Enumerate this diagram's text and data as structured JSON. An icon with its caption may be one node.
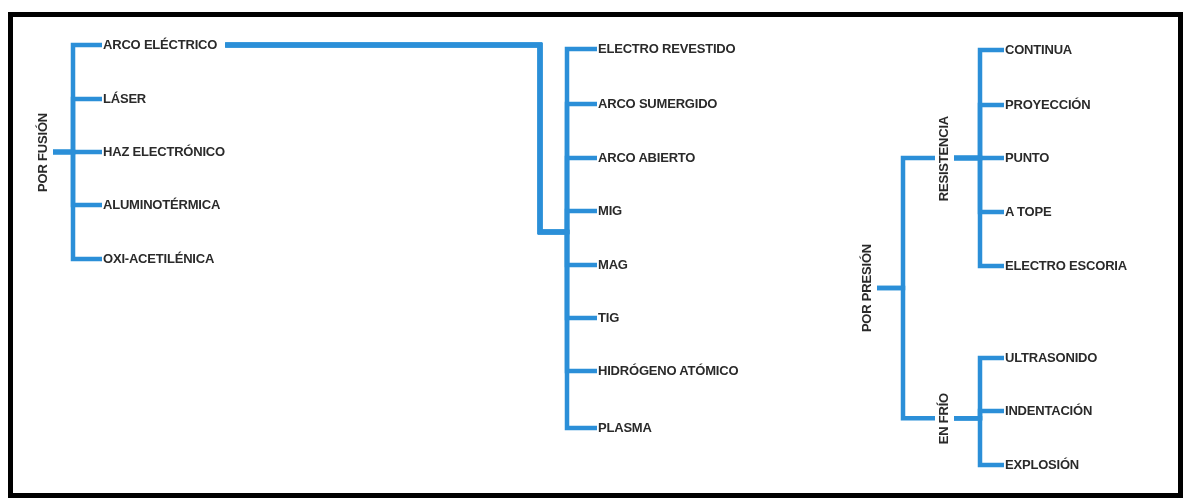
{
  "diagram": {
    "nodes": [
      {
        "text": [
          "POR FUSIÓN"
        ]
      },
      {
        "text": [
          "ARCO ELÉCTRICO"
        ]
      },
      {
        "text": [
          "LÁSER"
        ]
      },
      {
        "text": [
          "HAZ ELECTRÓNICO"
        ]
      },
      {
        "text": [
          "ALUMINOTÉRMICA"
        ]
      },
      {
        "text": [
          "OXI-ACETILÉNICA"
        ]
      },
      {
        "text": [
          "ELECTRO REVESTIDO"
        ]
      },
      {
        "text": [
          "ARCO SUMERGIDO"
        ]
      },
      {
        "text": [
          "ARCO ABIERTO"
        ]
      },
      {
        "text": [
          "MIG"
        ]
      },
      {
        "text": [
          "MAG"
        ]
      },
      {
        "text": [
          "TIG"
        ]
      },
      {
        "text": [
          "HIDRÓGENO ATÓMICO"
        ]
      },
      {
        "text": [
          "PLASMA"
        ]
      },
      {
        "text": [
          "POR PRESIÓN"
        ]
      },
      {
        "text": [
          "RESISTENCIA"
        ]
      },
      {
        "text": [
          "CONTINUA"
        ]
      },
      {
        "text": [
          "PROYECCIÓN"
        ]
      },
      {
        "text": [
          "PUNTO"
        ]
      },
      {
        "text": [
          "A TOPE"
        ]
      },
      {
        "text": [
          "ELECTRO ESCORIA"
        ]
      },
      {
        "text": [
          "EN FRÍO"
        ]
      },
      {
        "text": [
          "ULTRASONIDO"
        ]
      },
      {
        "text": [
          "INDENTACIÓN"
        ]
      },
      {
        "text": [
          "EXPLOSIÓN"
        ]
      }
    ],
    "edges": [
      {
        "from": 0,
        "to": 1,
        "arrow": "none"
      },
      {
        "from": 0,
        "to": 2,
        "arrow": "none"
      },
      {
        "from": 0,
        "to": 3,
        "arrow": "none"
      },
      {
        "from": 0,
        "to": 4,
        "arrow": "none"
      },
      {
        "from": 0,
        "to": 5,
        "arrow": "none"
      },
      {
        "from": 1,
        "to": 6,
        "arrow": "none"
      },
      {
        "from": 1,
        "to": 7,
        "arrow": "none"
      },
      {
        "from": 1,
        "to": 8,
        "arrow": "none"
      },
      {
        "from": 1,
        "to": 9,
        "arrow": "none"
      },
      {
        "from": 1,
        "to": 10,
        "arrow": "none"
      },
      {
        "from": 1,
        "to": 11,
        "arrow": "none"
      },
      {
        "from": 1,
        "to": 12,
        "arrow": "none"
      },
      {
        "from": 1,
        "to": 13,
        "arrow": "none"
      },
      {
        "from": 14,
        "to": 15,
        "arrow": "none"
      },
      {
        "from": 14,
        "to": 21,
        "arrow": "none"
      },
      {
        "from": 15,
        "to": 16,
        "arrow": "none"
      },
      {
        "from": 15,
        "to": 17,
        "arrow": "none"
      },
      {
        "from": 15,
        "to": 18,
        "arrow": "none"
      },
      {
        "from": 15,
        "to": 19,
        "arrow": "none"
      },
      {
        "from": 15,
        "to": 20,
        "arrow": "none"
      },
      {
        "from": 21,
        "to": 22,
        "arrow": "none"
      },
      {
        "from": 21,
        "to": 23,
        "arrow": "none"
      },
      {
        "from": 21,
        "to": 24,
        "arrow": "none"
      }
    ]
  }
}
